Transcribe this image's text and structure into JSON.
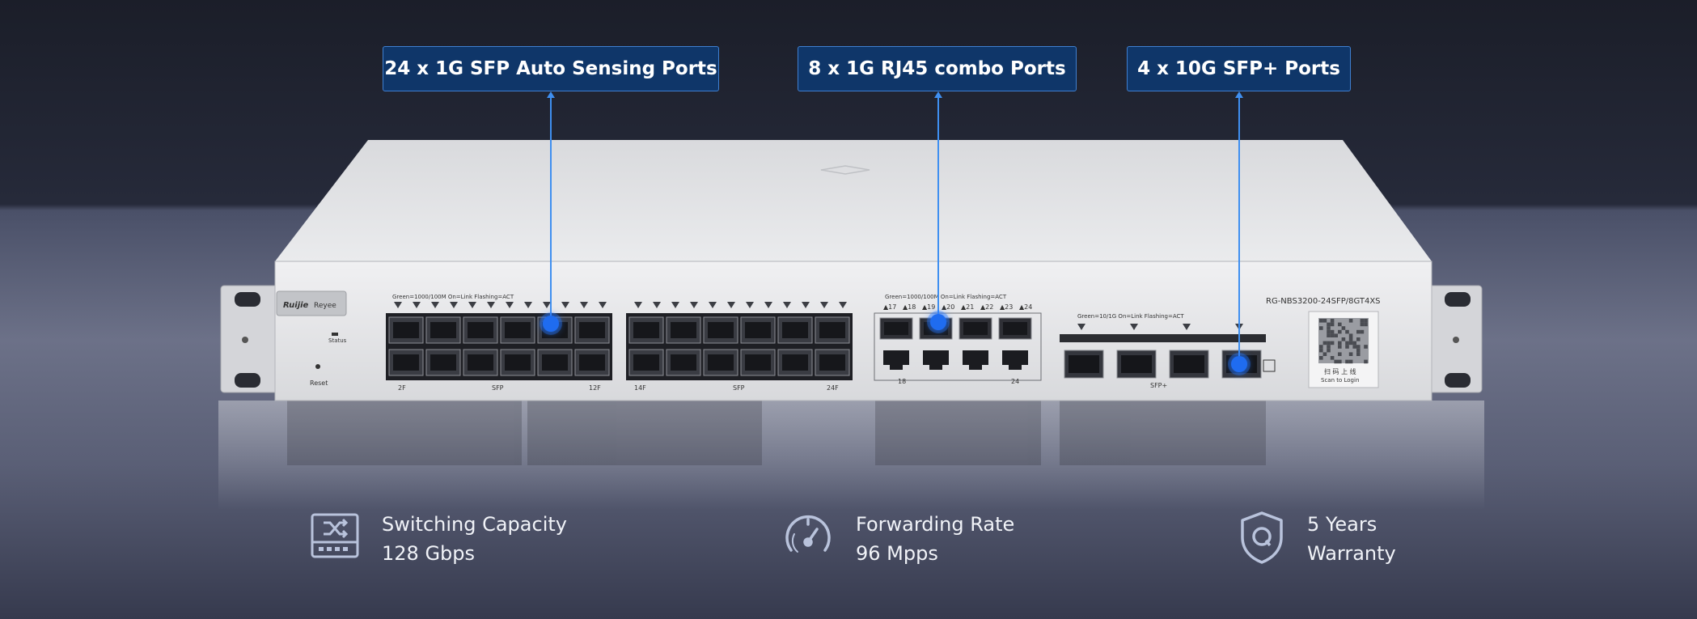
{
  "callouts": [
    {
      "label": "24 x 1G SFP Auto Sensing Ports"
    },
    {
      "label": "8 x 1G RJ45 combo Ports"
    },
    {
      "label": "4 x 10G SFP+ Ports"
    }
  ],
  "device": {
    "brand": "Ruijie",
    "sub_brand": "Reyee",
    "model": "RG-NBS3200-24SFP/8GT4XS",
    "led_legend_sfp": "Green=1000/100M  On=Link  Flashing=ACT",
    "led_legend_combo": "Green=1000/100M  On=Link  Flashing=ACT",
    "led_legend_sfpplus": "Green=10/1G  On=Link  Flashing=ACT",
    "status_label": "Status",
    "reset_label": "Reset",
    "sfp_group1": {
      "start": "2F",
      "mid": "SFP",
      "end": "12F"
    },
    "sfp_group2": {
      "start": "14F",
      "mid": "SFP",
      "end": "24F"
    },
    "combo_top_labels": [
      "17",
      "18",
      "19",
      "20",
      "21",
      "22",
      "23",
      "24"
    ],
    "combo_bottom_start": "18",
    "combo_bottom_end": "24",
    "sfpplus_label": "SFP+",
    "qr_caption_cn": "扫 码 上 线",
    "qr_caption_en": "Scan to Login"
  },
  "features": [
    {
      "icon": "switch-icon",
      "line1": "Switching Capacity",
      "line2": "128 Gbps"
    },
    {
      "icon": "speedometer-icon",
      "line1": "Forwarding Rate",
      "line2": "96 Mpps"
    },
    {
      "icon": "shield-icon",
      "line1": "5 Years",
      "line2": "Warranty"
    }
  ],
  "colors": {
    "callout_bg": "#0f3669",
    "callout_border": "#3f7fd0",
    "accent": "#1f6cf0"
  }
}
